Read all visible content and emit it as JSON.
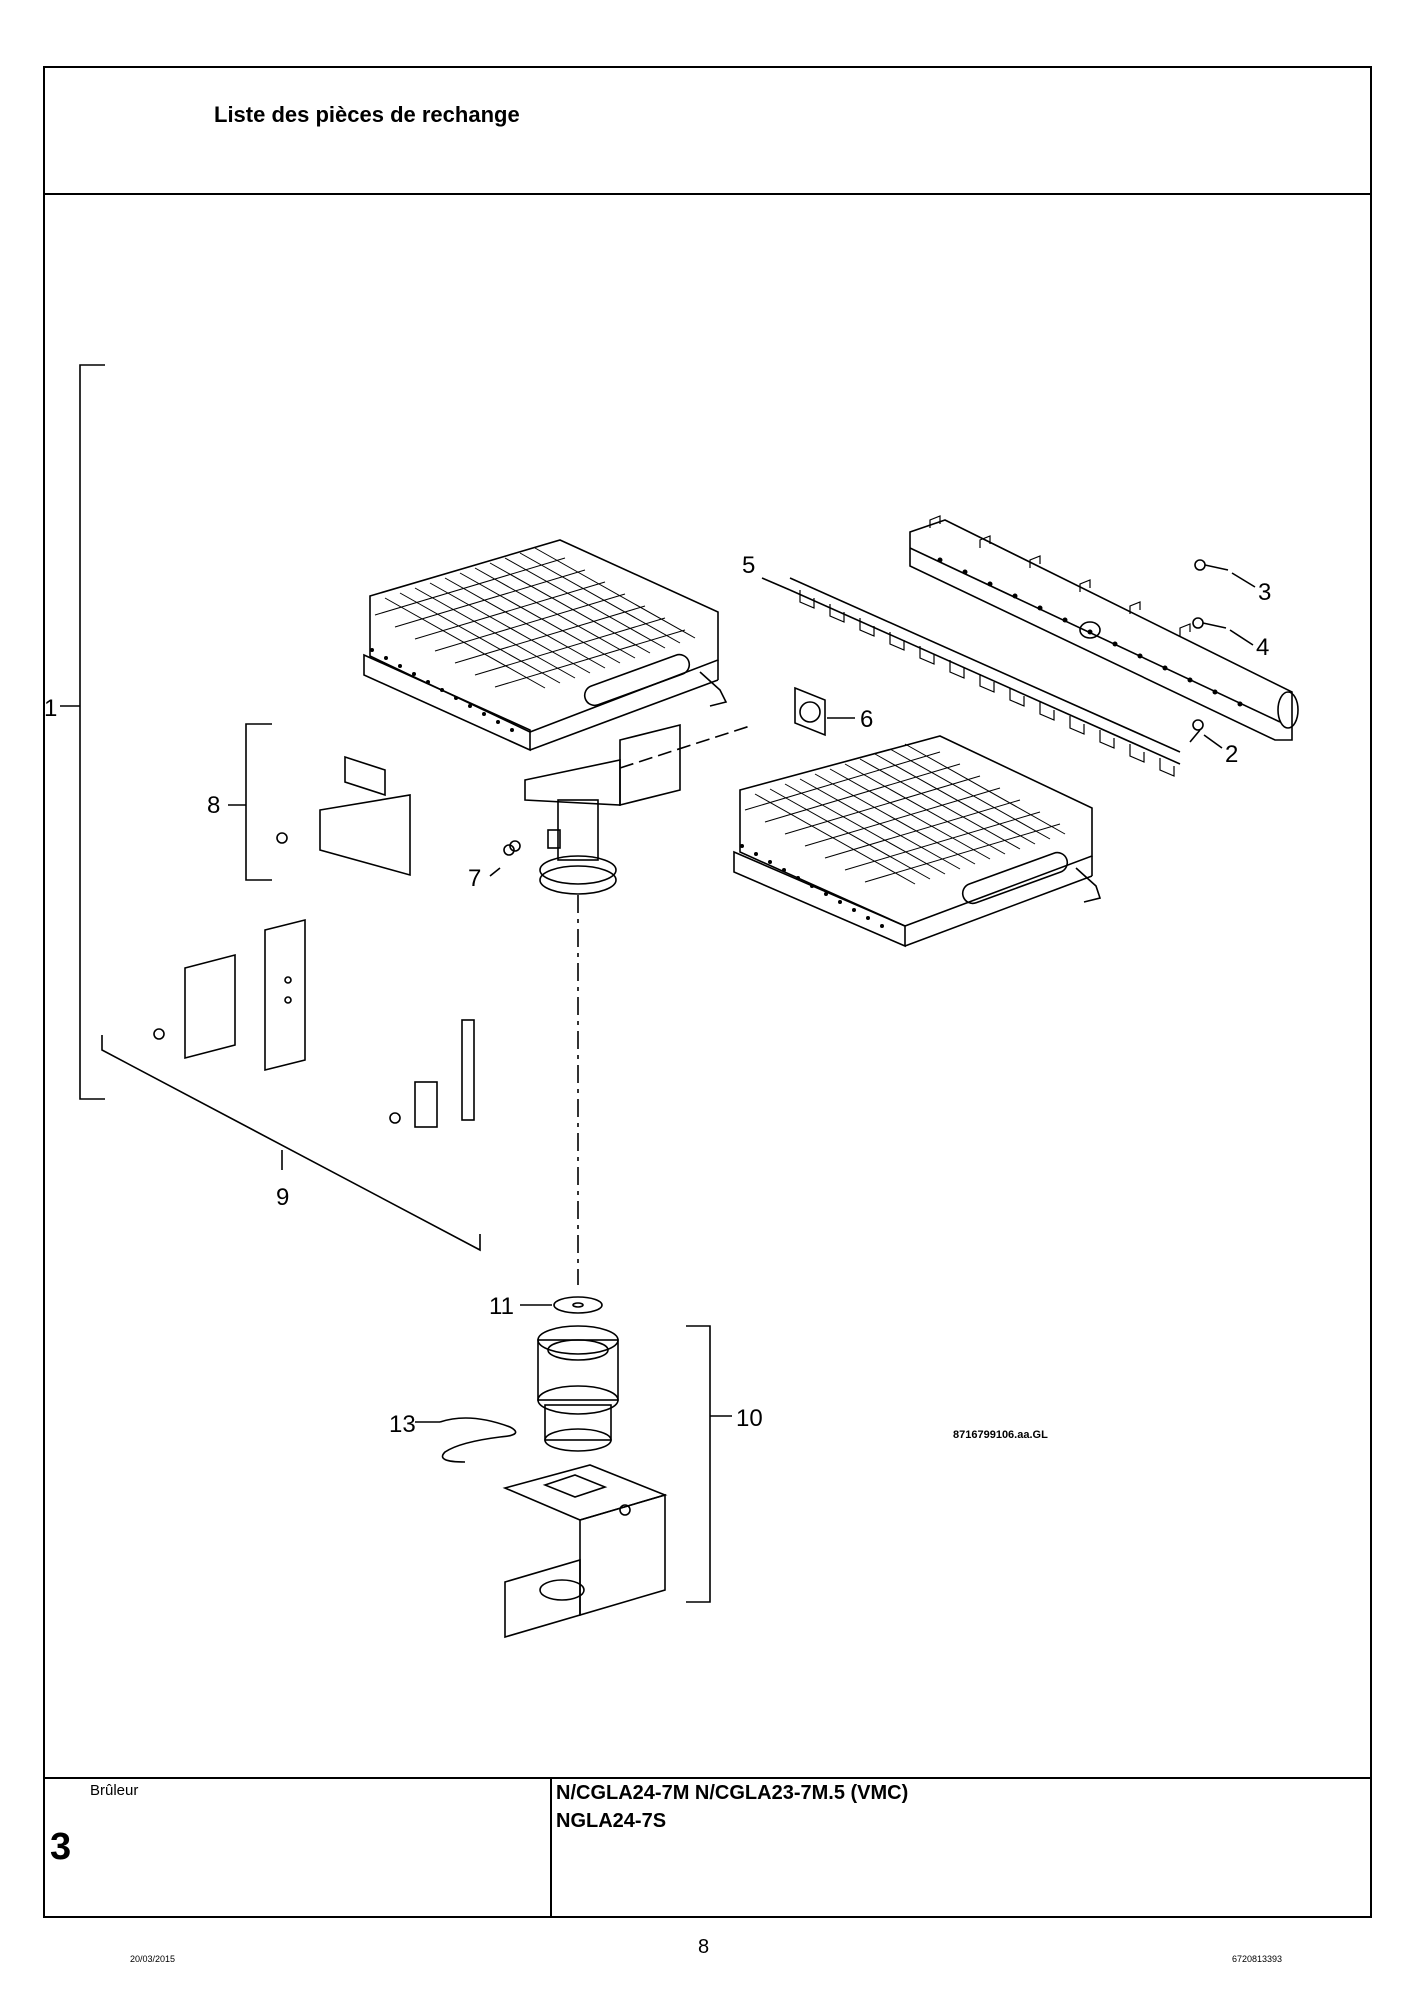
{
  "header": {
    "title": "Liste des pièces de rechange"
  },
  "drawing": {
    "reference_code": "8716799106.aa.GL",
    "callouts": {
      "c1": "1",
      "c2": "2",
      "c3": "3",
      "c4": "4",
      "c5": "5",
      "c6": "6",
      "c7": "7",
      "c8": "8",
      "c9": "9",
      "c10": "10",
      "c11": "11",
      "c13": "13"
    }
  },
  "footer": {
    "section_name": "Brûleur",
    "section_number": "3",
    "models_line1": "N/CGLA24-7M N/CGLA23-7M.5 (VMC)",
    "models_line2": "NGLA24-7S",
    "page_number": "8",
    "date": "20/03/2015",
    "document_number": "6720813393"
  }
}
